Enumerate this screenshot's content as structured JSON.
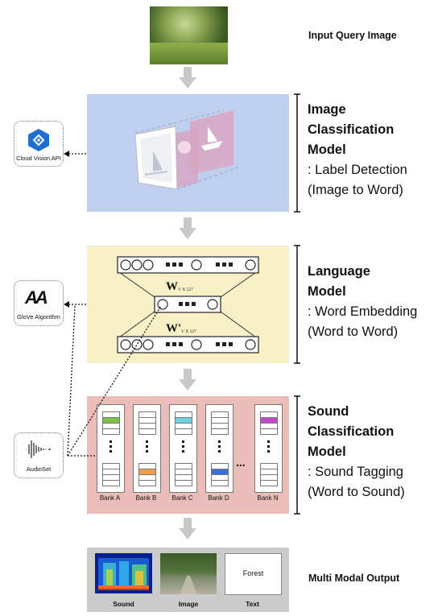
{
  "input": {
    "label": "Input Query Image"
  },
  "image_model": {
    "title_lines": [
      "Image",
      "Classification",
      "Model"
    ],
    "desc_lines": [
      ": Label Detection",
      "(Image to Word)"
    ]
  },
  "language_model": {
    "title_lines": [
      "Language",
      "Model"
    ],
    "desc_lines": [
      ": Word Embedding",
      "(Word to Word)"
    ],
    "w_label": "W",
    "w_sub": "V X 527",
    "w2_label": "W'",
    "w2_sub": "V X 527"
  },
  "sound_model": {
    "title_lines": [
      "Sound",
      "Classification",
      "Model"
    ],
    "desc_lines": [
      ": Sound Tagging",
      "(Word to Sound)"
    ],
    "banks": [
      "Bank A",
      "Bank B",
      "Bank C",
      "Bank D",
      "Bank N"
    ],
    "ellipsis": "..."
  },
  "tools": {
    "cloud_vision": "Cloud Vision API",
    "glove": "GloVe Algorithm",
    "glove_logo": "AA",
    "audioset": "AudioSet"
  },
  "output": {
    "label": "Multi Modal Output",
    "sound": "Sound",
    "image": "Image",
    "text": "Text",
    "text_value": "Forest"
  },
  "colors": {
    "image_panel": "#bfcfee",
    "language_panel": "#f8f0c6",
    "sound_panel": "#ebbdb8",
    "output_panel": "#cbcbcb",
    "arrow": "#c8c8c8",
    "bank_green": "#7dc242",
    "bank_orange": "#f0a050",
    "bank_cyan": "#6dd0e0",
    "bank_blue": "#3b6fd8",
    "bank_magenta": "#c04bcc"
  }
}
